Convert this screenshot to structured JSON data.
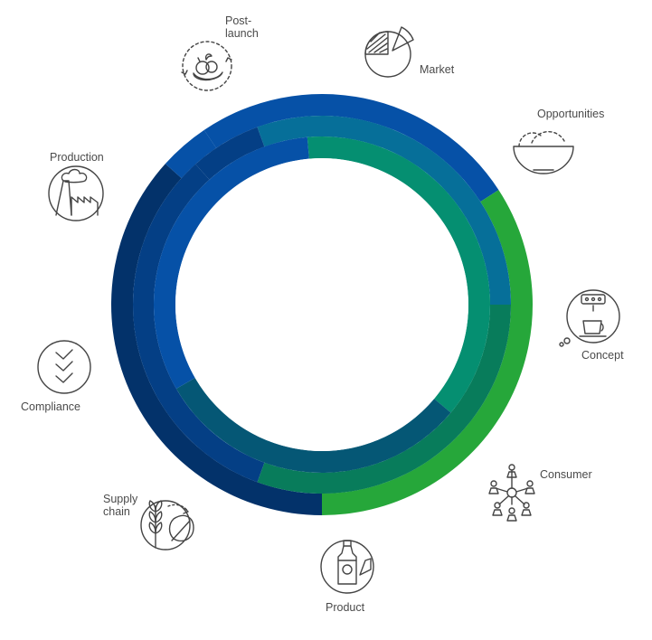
{
  "stages": [
    {
      "id": "market",
      "label": "Market",
      "icon": "pie-chart-icon"
    },
    {
      "id": "opportunities",
      "label": "Opportunities",
      "icon": "bowl-icon"
    },
    {
      "id": "concept",
      "label": "Concept",
      "icon": "coffee-machine-icon"
    },
    {
      "id": "consumer",
      "label": "Consumer",
      "icon": "network-people-icon"
    },
    {
      "id": "product",
      "label": "Product",
      "icon": "bottle-icon"
    },
    {
      "id": "supply_chain",
      "label": "Supply\nchain",
      "icon": "wheat-leaf-icon"
    },
    {
      "id": "compliance",
      "label": "Compliance",
      "icon": "checklist-icon"
    },
    {
      "id": "production",
      "label": "Production",
      "icon": "factory-icon"
    },
    {
      "id": "post_launch",
      "label": "Post-\nlaunch",
      "icon": "fruit-cycle-icon"
    }
  ],
  "colors": {
    "dark_navy": "#03326a",
    "navy": "#043f85",
    "blue": "#0651a7",
    "teal_blue": "#066f99",
    "deep_teal": "#055775",
    "green_teal": "#058f71",
    "mid_green": "#087c5b",
    "bright_green": "#26a73a",
    "icon_stroke": "#444444"
  }
}
